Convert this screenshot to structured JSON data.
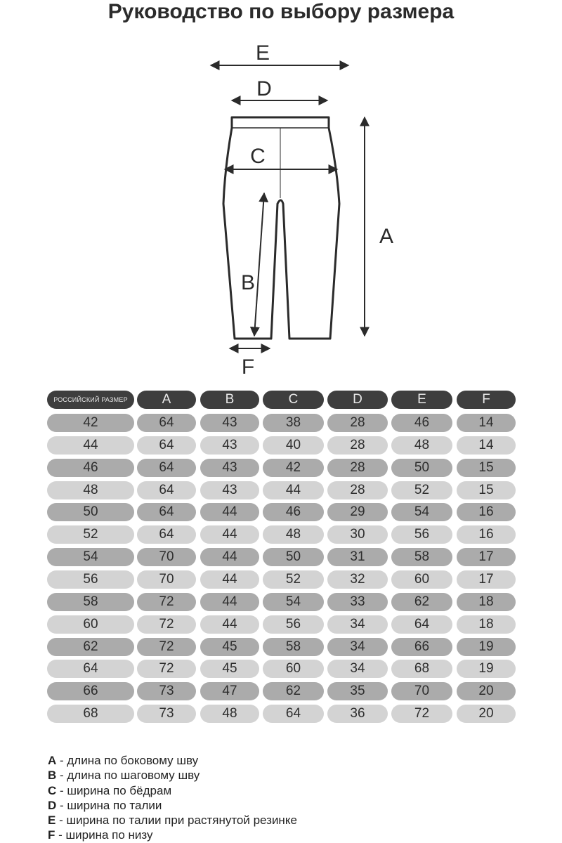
{
  "title": "Руководство по выбору размера",
  "diagram": {
    "labels": {
      "a": "A",
      "b": "B",
      "c": "C",
      "d": "D",
      "e": "E",
      "f": "F"
    },
    "colors": {
      "stroke": "#2b2b2b",
      "fill": "#ffffff"
    }
  },
  "table": {
    "headers": [
      "РОССИЙСКИЙ РАЗМЕР",
      "A",
      "B",
      "C",
      "D",
      "E",
      "F"
    ],
    "rows": [
      [
        "42",
        "64",
        "43",
        "38",
        "28",
        "46",
        "14"
      ],
      [
        "44",
        "64",
        "43",
        "40",
        "28",
        "48",
        "14"
      ],
      [
        "46",
        "64",
        "43",
        "42",
        "28",
        "50",
        "15"
      ],
      [
        "48",
        "64",
        "43",
        "44",
        "28",
        "52",
        "15"
      ],
      [
        "50",
        "64",
        "44",
        "46",
        "29",
        "54",
        "16"
      ],
      [
        "52",
        "64",
        "44",
        "48",
        "30",
        "56",
        "16"
      ],
      [
        "54",
        "70",
        "44",
        "50",
        "31",
        "58",
        "17"
      ],
      [
        "56",
        "70",
        "44",
        "52",
        "32",
        "60",
        "17"
      ],
      [
        "58",
        "72",
        "44",
        "54",
        "33",
        "62",
        "18"
      ],
      [
        "60",
        "72",
        "44",
        "56",
        "34",
        "64",
        "18"
      ],
      [
        "62",
        "72",
        "45",
        "58",
        "34",
        "66",
        "19"
      ],
      [
        "64",
        "72",
        "45",
        "60",
        "34",
        "68",
        "19"
      ],
      [
        "66",
        "73",
        "47",
        "62",
        "35",
        "70",
        "20"
      ],
      [
        "68",
        "73",
        "48",
        "64",
        "36",
        "72",
        "20"
      ]
    ],
    "colors": {
      "header": "#3e3e3e",
      "dark": "#ababab",
      "light": "#d3d3d3"
    }
  },
  "legend": [
    {
      "key": "A",
      "text": " - длина по боковому шву"
    },
    {
      "key": "B",
      "text": " - длина по шаговому шву"
    },
    {
      "key": "C",
      "text": " - ширина по бёдрам"
    },
    {
      "key": "D",
      "text": " - ширина по талии"
    },
    {
      "key": "E",
      "text": " - ширина по талии при растянутой резинке"
    },
    {
      "key": "F",
      "text": " - ширина по низу"
    }
  ]
}
